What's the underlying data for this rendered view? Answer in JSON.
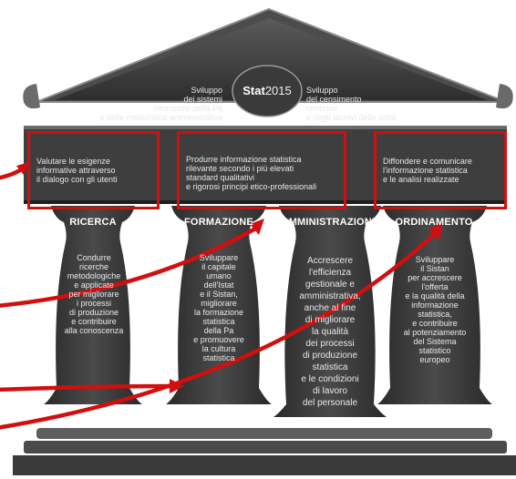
{
  "logo": {
    "bold": "Stat",
    "normal": "2015"
  },
  "roof": {
    "left": [
      "Sviluppo",
      "dei sistemi",
      "informativi della Pa",
      "e della modulistica amministrativa"
    ],
    "right": [
      "Sviluppo",
      "del censimento",
      "continuo",
      "e degli archivi delle unità"
    ]
  },
  "objectives": [
    [
      "Valutare le esigenze",
      "informative attraverso",
      "il dialogo con gli utenti"
    ],
    [
      "Produrre informazione statistica",
      "rilevante secondo i più elevati",
      "standard qualitativi",
      "e rigorosi principi etico-professionali"
    ],
    [
      "Diffondere e comunicare",
      "l'informazione statistica",
      "e le analisi realizzate"
    ]
  ],
  "pillars": [
    {
      "title": "RICERCA",
      "lines": [
        "Condurre",
        "ricerche",
        "metodologiche",
        "e applicate",
        "per migliorare",
        "i processi",
        "di produzione",
        "e contribuire",
        "alla conoscenza"
      ]
    },
    {
      "title": "FORMAZIONE",
      "lines": [
        "Sviluppare",
        "il capitale",
        "umano",
        "dell'Istat",
        "e il Sistan,",
        "migliorare",
        "la formazione",
        "statistica",
        "della Pa",
        "e promuovere",
        "la cultura",
        "statistica"
      ]
    },
    {
      "title": "AMMINISTRAZIONE",
      "lines": [
        "Accrescere",
        "l'efficienza",
        "gestionale e",
        "amministrativa,",
        "anche al fine",
        "di migliorare",
        "la qualità",
        "dei processi",
        "di produzione",
        "statistica",
        "e le condizioni",
        "di lavoro",
        "del personale"
      ]
    },
    {
      "title": "ORDINAMENTO",
      "lines": [
        "Sviluppare",
        "il Sistan",
        "per accrescere",
        "l'offerta",
        "e la qualità della",
        "informazione",
        "statistica,",
        "e contribuire",
        "al potenziamento",
        "del Sistema",
        "statistico",
        "europeo"
      ]
    }
  ],
  "colors": {
    "structure": "#3b3b3b",
    "accent": "#d10f0f",
    "text": "#e8e8e8"
  }
}
